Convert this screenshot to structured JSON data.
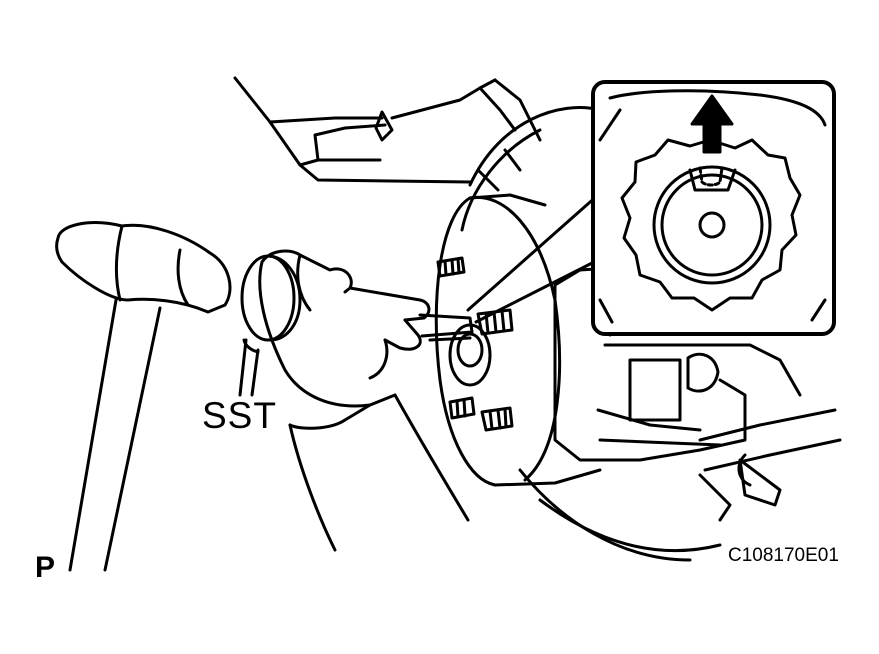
{
  "labels": {
    "tool": "SST",
    "hammer_marker": "P",
    "figure_code": "C108170E01"
  },
  "colors": {
    "ink": "#000000",
    "paper": "#ffffff"
  },
  "icons": {
    "direction_arrow": "up-arrow-icon",
    "hammer": "hammer-icon"
  }
}
